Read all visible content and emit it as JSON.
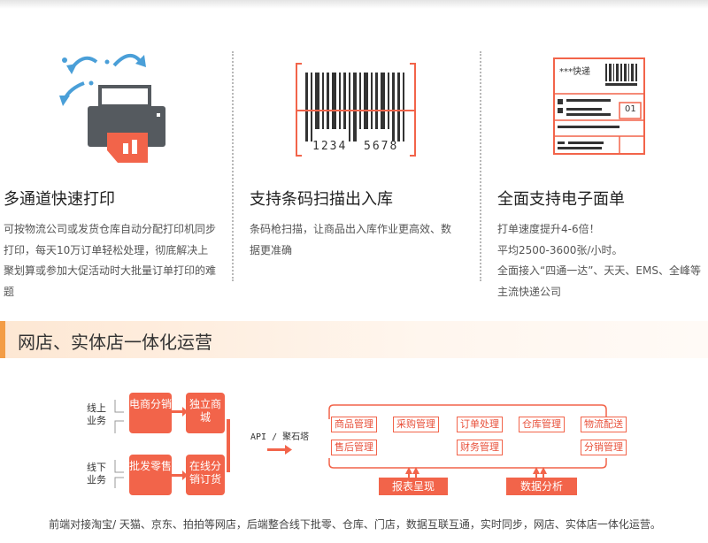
{
  "features": [
    {
      "title": "多通道快速打印",
      "desc": "可按物流公司或发货仓库自动分配打印机同步打印，每天10万订单轻松处理，彻底解决上聚划算或参加大促活动时大批量订单打印的难题"
    },
    {
      "title": "支持条码扫描出入库",
      "desc": "条码枪扫描，让商品出入库作业更高效、数据更准确",
      "barcode_left": "1234",
      "barcode_right": "5678"
    },
    {
      "title": "全面支持电子面单",
      "desc_lines": [
        "打单速度提升4-6倍！",
        "平均2500-3600张/小时。",
        "全面接入“四通一达”、天天、EMS、全峰等主流快递公司"
      ],
      "label_courier": "***快递",
      "label_code": "01"
    }
  ],
  "section": {
    "title": "网店、实体店一体化运营"
  },
  "diagram": {
    "online_label": "线上业务",
    "offline_label": "线下业务",
    "box_ecommerce": "电商分销",
    "box_standalone": "独立商城",
    "box_wholesale": "批发零售",
    "box_online_order": "在线分销订货",
    "api_label": "API / 聚石塔",
    "modules_row1": [
      "商品管理",
      "采购管理",
      "订单处理",
      "仓库管理",
      "物流配送"
    ],
    "modules_row2_left": "售后管理",
    "modules_row2_mid": "财务管理",
    "modules_row2_right": "分销管理",
    "report": "报表呈现",
    "analysis": "数据分析"
  },
  "footer": "前端对接淘宝/ 天猫、京东、拍拍等网店，后端整合线下批零、仓库、门店，数据互联互通，实时同步，网店、实体店一体化运营。",
  "colors": {
    "accent": "#f2644a",
    "printer": "#555a5f",
    "arrow_blue": "#4a9fd8",
    "band": "#fde7d3"
  }
}
